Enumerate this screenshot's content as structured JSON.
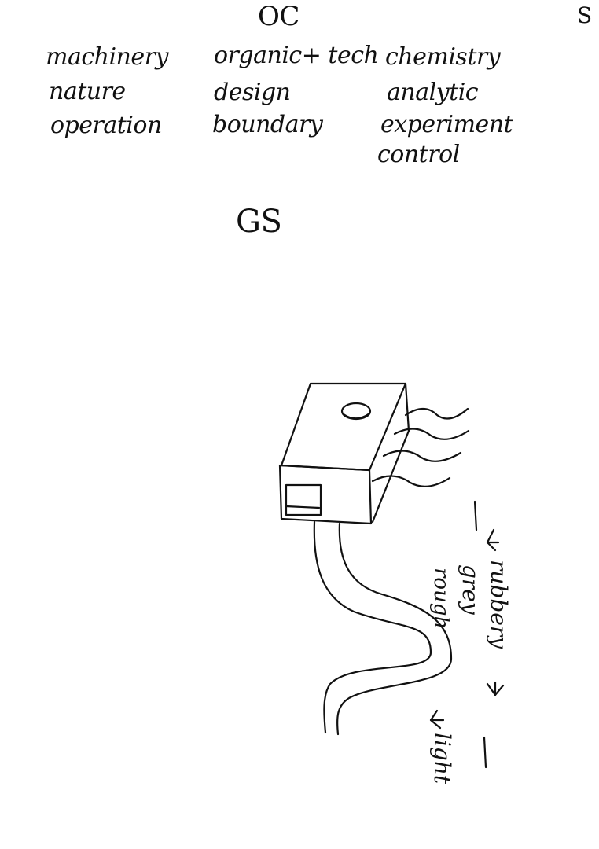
{
  "page_label": "S",
  "top_heading": "OC",
  "column1": [
    "machinery",
    "nature",
    "operation"
  ],
  "column2": [
    "organic+ tech",
    "design",
    "boundary"
  ],
  "column3": [
    "chemistry",
    "analytic",
    "experiment",
    "control"
  ],
  "middle_heading": "GS",
  "annotations": {
    "rubbery": "rubbery",
    "grey": "grey",
    "rough": "rough",
    "light": "light"
  }
}
